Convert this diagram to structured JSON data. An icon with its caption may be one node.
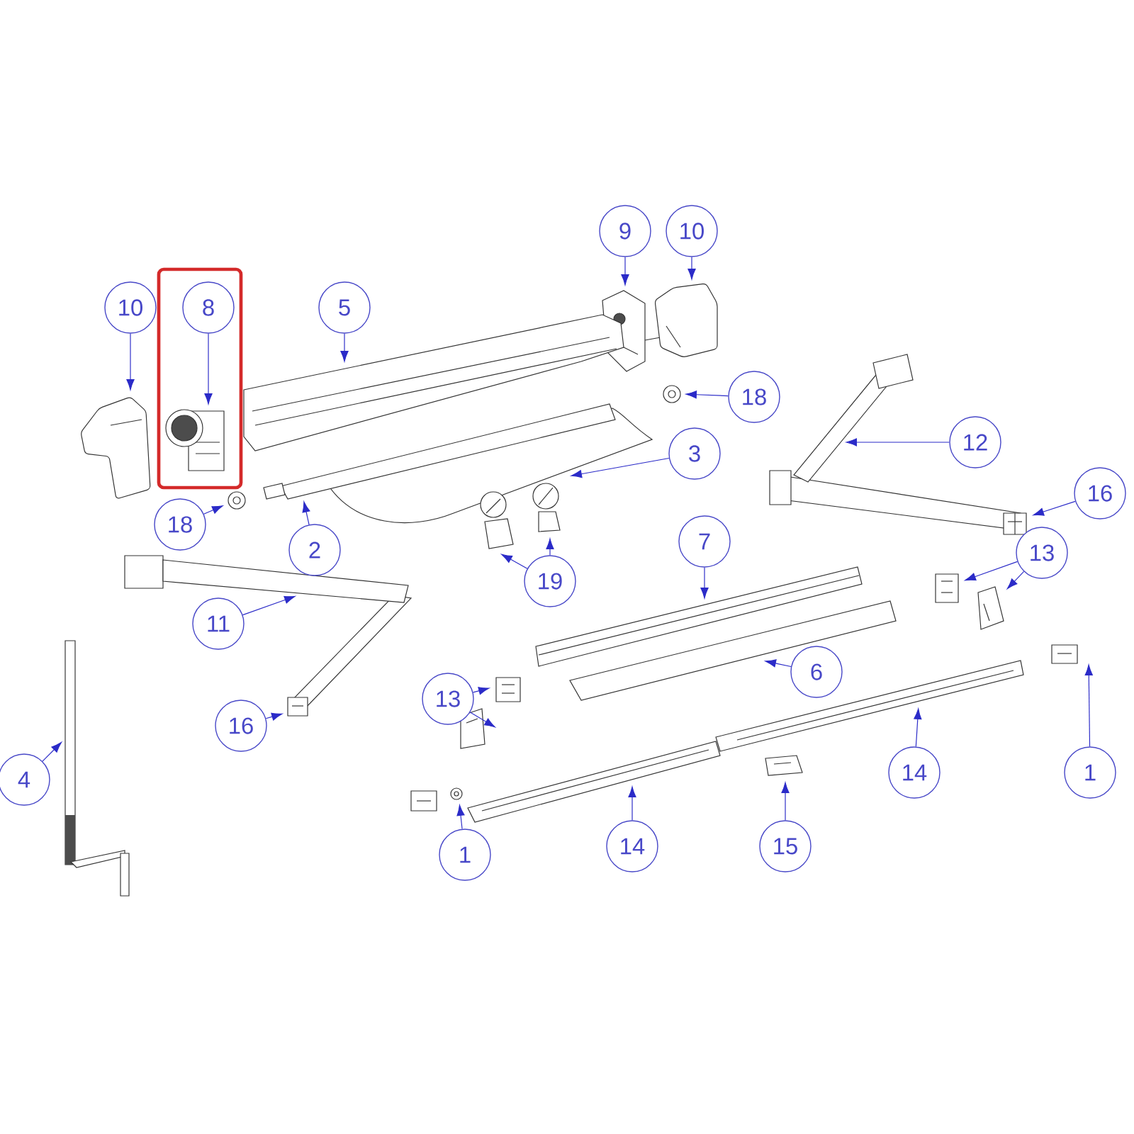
{
  "diagram": {
    "nodes": [
      {
        "text": [
          "9"
        ]
      },
      {
        "text": [],
        "shape": "picture"
      },
      {
        "text": [
          "10"
        ]
      },
      {
        "text": [],
        "shape": "picture"
      },
      {
        "text": [],
        "shape": "box"
      },
      {
        "text": [
          "8"
        ],
        "in": 4
      },
      {
        "text": [],
        "shape": "picture",
        "in": 4
      },
      {
        "text": [
          "10"
        ]
      },
      {
        "text": [],
        "shape": "picture"
      },
      {
        "text": [
          "5"
        ]
      },
      {
        "text": [],
        "shape": "picture"
      },
      {
        "text": [
          "18"
        ]
      },
      {
        "text": [],
        "shape": "picture"
      },
      {
        "text": [
          "3"
        ]
      },
      {
        "text": [],
        "shape": "picture"
      },
      {
        "text": [
          "12"
        ]
      },
      {
        "text": [],
        "shape": "picture"
      },
      {
        "text": [
          "16"
        ]
      },
      {
        "text": [],
        "shape": "picture"
      },
      {
        "text": [
          "18"
        ]
      },
      {
        "text": [],
        "shape": "picture"
      },
      {
        "text": [
          "2"
        ]
      },
      {
        "text": [],
        "shape": "picture"
      },
      {
        "text": [
          "19"
        ]
      },
      {
        "text": [],
        "shape": "picture"
      },
      {
        "text": [],
        "shape": "picture"
      },
      {
        "text": [
          "7"
        ]
      },
      {
        "text": [],
        "shape": "picture"
      },
      {
        "text": [
          "13"
        ]
      },
      {
        "text": [],
        "shape": "picture"
      },
      {
        "text": [],
        "shape": "picture"
      },
      {
        "text": [
          "11"
        ]
      },
      {
        "text": [],
        "shape": "picture"
      },
      {
        "text": [
          "6"
        ]
      },
      {
        "text": [],
        "shape": "picture"
      },
      {
        "text": [
          "16"
        ]
      },
      {
        "text": [],
        "shape": "picture"
      },
      {
        "text": [
          "13"
        ]
      },
      {
        "text": [],
        "shape": "picture"
      },
      {
        "text": [],
        "shape": "picture"
      },
      {
        "text": [
          "4"
        ]
      },
      {
        "text": [],
        "shape": "picture"
      },
      {
        "text": [
          "14"
        ]
      },
      {
        "text": [],
        "shape": "picture"
      },
      {
        "text": [
          "1"
        ]
      },
      {
        "text": [],
        "shape": "picture"
      },
      {
        "text": [
          "1"
        ]
      },
      {
        "text": [],
        "shape": "picture"
      },
      {
        "text": [
          "14"
        ]
      },
      {
        "text": [],
        "shape": "picture"
      },
      {
        "text": [
          "15"
        ]
      },
      {
        "text": [],
        "shape": "picture"
      }
    ],
    "edges": [
      {
        "from": 0,
        "to": 1,
        "arrow": "to"
      },
      {
        "from": 2,
        "to": 3,
        "arrow": "to"
      },
      {
        "from": 5,
        "to": 6,
        "arrow": "to"
      },
      {
        "from": 7,
        "to": 8,
        "arrow": "to"
      },
      {
        "from": 9,
        "to": 10,
        "arrow": "to"
      },
      {
        "from": 11,
        "to": 12,
        "arrow": "to"
      },
      {
        "from": 13,
        "to": 14,
        "arrow": "to"
      },
      {
        "from": 15,
        "to": 16,
        "arrow": "to"
      },
      {
        "from": 17,
        "to": 18,
        "arrow": "to"
      },
      {
        "from": 19,
        "to": 20,
        "arrow": "to"
      },
      {
        "from": 21,
        "to": 22,
        "arrow": "to"
      },
      {
        "from": 23,
        "to": 24,
        "arrow": "to"
      },
      {
        "from": 23,
        "to": 25,
        "arrow": "to"
      },
      {
        "from": 26,
        "to": 27,
        "arrow": "to"
      },
      {
        "from": 28,
        "to": 29,
        "arrow": "to"
      },
      {
        "from": 28,
        "to": 30,
        "arrow": "to"
      },
      {
        "from": 31,
        "to": 32,
        "arrow": "to"
      },
      {
        "from": 33,
        "to": 34,
        "arrow": "to"
      },
      {
        "from": 35,
        "to": 36,
        "arrow": "to"
      },
      {
        "from": 37,
        "to": 38,
        "arrow": "to"
      },
      {
        "from": 37,
        "to": 39,
        "arrow": "to"
      },
      {
        "from": 40,
        "to": 41,
        "arrow": "to"
      },
      {
        "from": 42,
        "to": 43,
        "arrow": "to"
      },
      {
        "from": 44,
        "to": 45,
        "arrow": "to"
      },
      {
        "from": 46,
        "to": 47,
        "arrow": "to"
      },
      {
        "from": 48,
        "to": 49,
        "arrow": "to"
      },
      {
        "from": 50,
        "to": 51,
        "arrow": "to"
      }
    ]
  }
}
